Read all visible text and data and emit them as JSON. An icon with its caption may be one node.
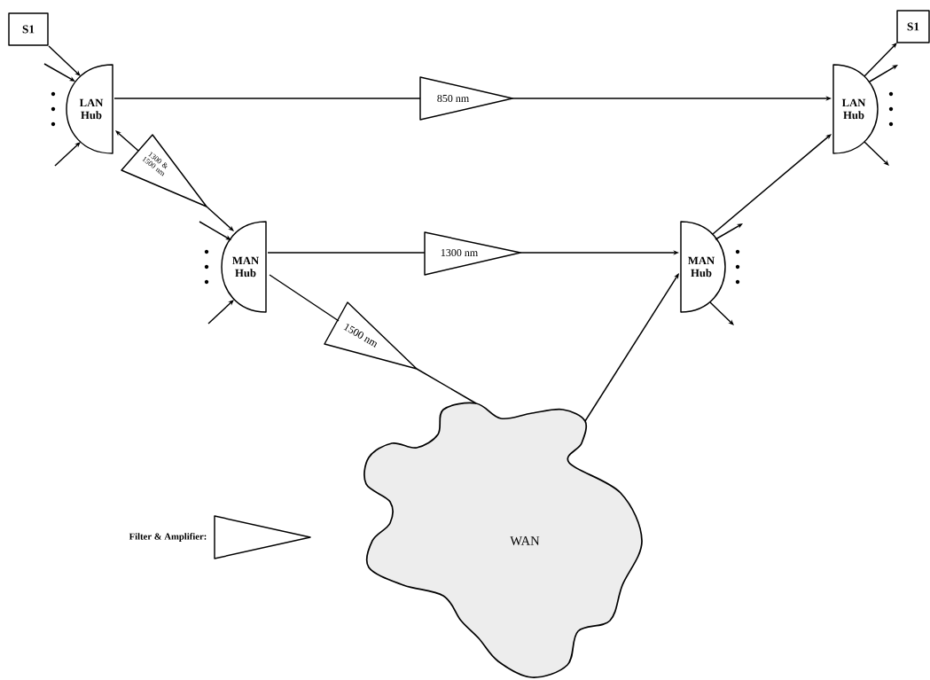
{
  "diagram": {
    "nodes": [
      {
        "text": [
          "S1"
        ]
      },
      {
        "text": [
          "LAN Hub"
        ]
      },
      {
        "text": [
          "S1"
        ]
      },
      {
        "text": [
          "LAN Hub"
        ]
      },
      {
        "text": [
          "850 nm"
        ]
      },
      {
        "text": [
          "1300 & 1500 nm"
        ]
      },
      {
        "text": [
          "MAN Hub"
        ]
      },
      {
        "text": [
          "1300 nm"
        ]
      },
      {
        "text": [
          "MAN Hub"
        ]
      },
      {
        "text": [
          "1500 nm"
        ]
      },
      {
        "text": [
          "WAN"
        ]
      },
      {
        "text": [],
        "shape": "triangle"
      }
    ],
    "edges": [
      {
        "from": 0,
        "to": 1,
        "arrow": "to"
      },
      {
        "from": null,
        "to": 1,
        "arrow": "to"
      },
      {
        "from": null,
        "to": 1,
        "arrow": "to"
      },
      {
        "from": 1,
        "to": 4,
        "arrow": "none"
      },
      {
        "from": 4,
        "to": 3,
        "arrow": "to"
      },
      {
        "from": 5,
        "to": 1,
        "arrow": "to"
      },
      {
        "from": 5,
        "to": 6,
        "arrow": "to"
      },
      {
        "from": null,
        "to": 6,
        "arrow": "to"
      },
      {
        "from": null,
        "to": 6,
        "arrow": "to"
      },
      {
        "from": 6,
        "to": 7,
        "arrow": "none"
      },
      {
        "from": 7,
        "to": 8,
        "arrow": "to"
      },
      {
        "from": 6,
        "to": 9,
        "arrow": "none"
      },
      {
        "from": 9,
        "to": 10,
        "arrow": "none"
      },
      {
        "from": 10,
        "to": 8,
        "arrow": "to"
      },
      {
        "from": 8,
        "to": 3,
        "arrow": "to"
      },
      {
        "from": 8,
        "to": null,
        "arrow": "to"
      },
      {
        "from": 8,
        "to": null,
        "arrow": "to"
      },
      {
        "from": 3,
        "to": 2,
        "arrow": "to"
      },
      {
        "from": 3,
        "to": null,
        "arrow": "to"
      },
      {
        "from": 3,
        "to": null,
        "arrow": "to"
      }
    ],
    "legend": [
      {
        "text": "Filter & Amplifier:"
      }
    ]
  }
}
